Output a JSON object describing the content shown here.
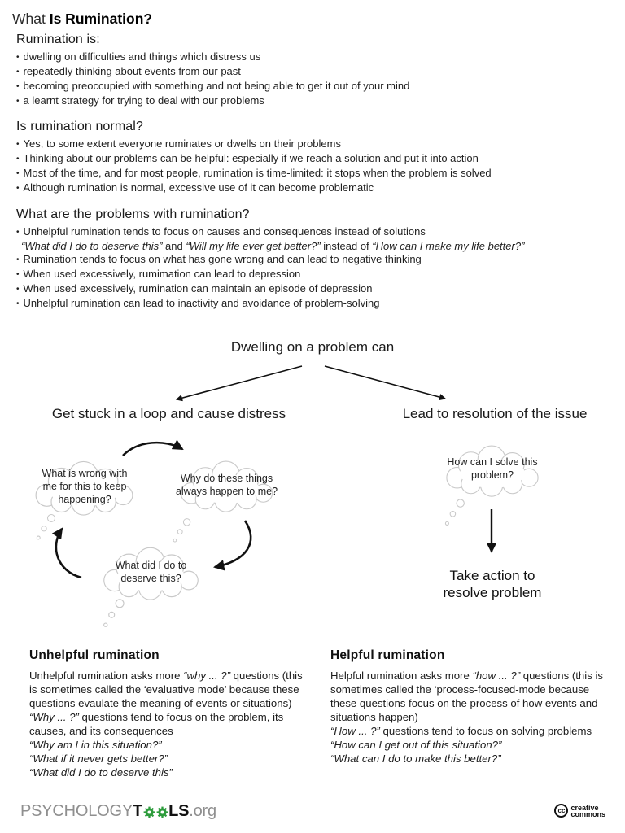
{
  "title": {
    "prefix": "What ",
    "bold": "Is Rumination?"
  },
  "sections": [
    {
      "heading": "Rumination is:",
      "bullets": [
        "dwelling on difficulties and things which distress us",
        "repeatedly thinking about events from our past",
        "becoming preoccupied with something and not being able to get it out of your mind",
        "a learnt strategy for trying to deal with our problems"
      ]
    },
    {
      "heading": "Is rumination normal?",
      "bullets": [
        "Yes, to some extent everyone ruminates or dwells on their problems",
        "Thinking about our problems can be helpful: especially if we reach a solution and put it into action",
        "Most of the time, and for most people, rumination is time-limited: it stops when the problem is solved",
        "Although rumination is normal, excessive use of it can become problematic"
      ]
    },
    {
      "heading": "What are the problems with rumination?",
      "bullet1": "Unhelpful rumination tends to focus on causes and consequences instead of solutions",
      "quote_line": {
        "q1": "“What did I do to deserve this”",
        "join1": " and ",
        "q2": "“Will my life ever get better?”",
        "join2": " instead of ",
        "q3": "“How can I make my life better?”"
      },
      "bullet2": "Rumination tends to focus on what has gone wrong and can lead to negative thinking",
      "bullet3": "When used excessively, rumimation can lead to depression",
      "bullet4": "When used excessively, rumination can maintain an episode of depression",
      "bullet5": "Unhelpful rumination can lead to inactivity and avoidance of problem-solving"
    }
  ],
  "diagram": {
    "root_label": "Dwelling on a problem can",
    "left_branch_label": "Get stuck in a loop and cause distress",
    "right_branch_label": "Lead to resolution of the issue",
    "bubble_loop_1": "What is wrong with me for this to keep happening?",
    "bubble_loop_2": "Why do these things always happen to me?",
    "bubble_loop_3": "What did I do to deserve this?",
    "bubble_solve": "How can I solve this problem?",
    "action_label_line1": "Take action to",
    "action_label_line2": "resolve problem"
  },
  "columns": {
    "left": {
      "heading": "Unhelpful rumination",
      "p1a": "Unhelpful rumination asks more ",
      "p1i": "“why ... ?”",
      "p1b": " questions (this is sometimes called the ‘evaluative mode’ because these questions evaulate the meaning of events or situations)",
      "p2i": "“Why ... ?”",
      "p2b": " questions tend to focus on the problem, its causes, and its consequences",
      "quote1": "“Why am I in this situation?”",
      "quote2": "“What if it never gets better?”",
      "quote3": "“What did I do to deserve this”"
    },
    "right": {
      "heading": "Helpful rumination",
      "p1a": "Helpful rumination asks more ",
      "p1i": "“how ... ?”",
      "p1b": " questions (this is sometimes called the ‘process-focused-mode because these questions focus on the process of how events and situations happen)",
      "p2i": "“How ... ?”",
      "p2b": " questions tend to focus on solving problems",
      "quote1": "“How can I get out of this situation?”",
      "quote2": "“What can I do to make this better?”"
    }
  },
  "footer": {
    "logo_psychology": "PSYCHOLOGY",
    "logo_t": "T",
    "logo_ls": "LS",
    "logo_org": ".org",
    "cc_symbol": "cc",
    "cc_line1": "creative",
    "cc_line2": "commons"
  },
  "icons": {
    "gear": "green gear glyph used as the two O letters of TOOLS",
    "cc": "cc-in-circle creative commons badge"
  },
  "colors": {
    "text": "#1a1a1a",
    "bubble_outline": "#c9c9c9",
    "arrow": "#111111",
    "logo_green": "#2d9c3c",
    "logo_gray": "#8f8f8f"
  }
}
